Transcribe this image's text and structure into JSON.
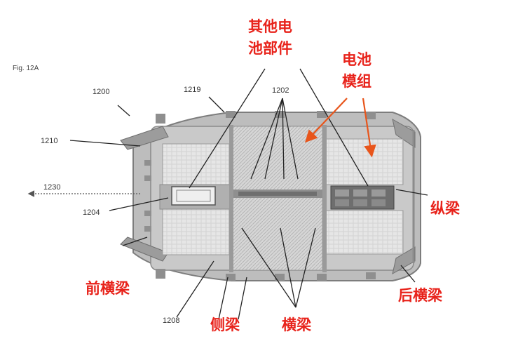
{
  "figure_label": "Fig. 12A",
  "reference_numerals": {
    "r1200": "1200",
    "r1219": "1219",
    "r1202": "1202",
    "r1210": "1210",
    "r1230": "1230",
    "r1204": "1204",
    "r1208": "1208"
  },
  "annotations": {
    "other_parts_line1": "其他电",
    "other_parts_line2": "池部件",
    "battery_module_line1": "电池",
    "battery_module_line2": "模组",
    "longitudinal_beam": "纵梁",
    "front_cross_beam": "前横梁",
    "side_beam": "侧梁",
    "cross_beam": "横梁",
    "rear_cross_beam": "后横梁"
  },
  "colors": {
    "annotation_red": "#e8231b",
    "arrow_orange": "#e8551b",
    "frame_gray": "#a7a7a7",
    "module_gray": "#cfcfcf"
  }
}
